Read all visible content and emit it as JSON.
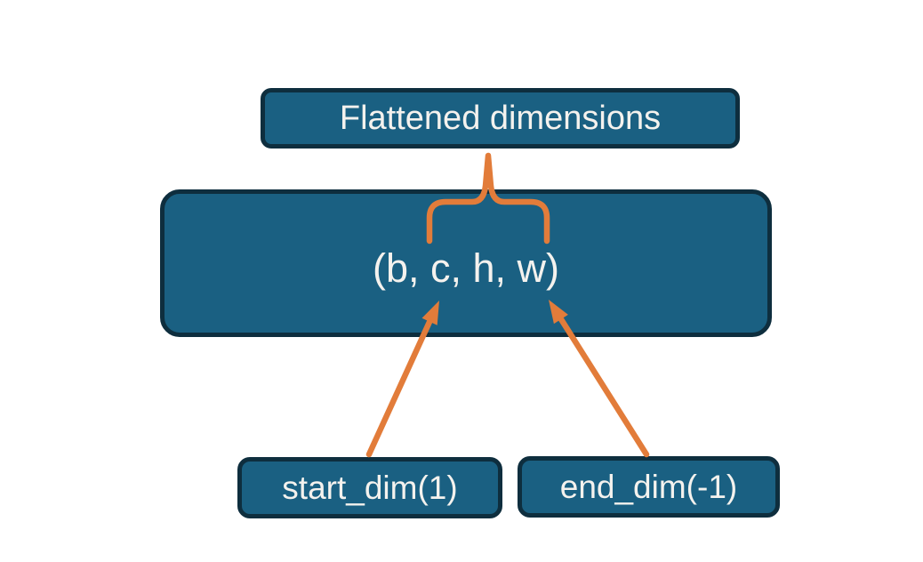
{
  "diagram": {
    "background": "#FFFFFF",
    "colors": {
      "background": "#FFFFFF",
      "box_fill": "#1A6082",
      "box_border": "#0E2E3E",
      "accent": "#E27C3A",
      "text": "#F4F2EE"
    },
    "boxes": {
      "flattened": {
        "label": "Flattened dimensions"
      },
      "tensor": {
        "label": "(b, c, h, w)"
      },
      "start_dim": {
        "label": "start_dim(1)"
      },
      "end_dim": {
        "label": "end_dim(-1)"
      }
    },
    "icons": {
      "brace": "curly-brace-opening-down",
      "start_arrow": "arrow-pointing-up-right",
      "end_arrow": "arrow-pointing-up-left"
    }
  }
}
